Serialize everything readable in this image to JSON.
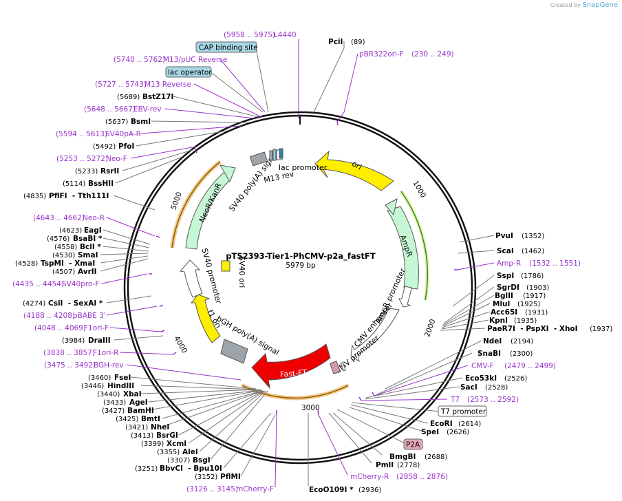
{
  "credit": {
    "prefix": "Created by",
    "brand": "SnapGene"
  },
  "plasmid": {
    "name": "pTS2393-Tier1-PhCMV-p2a_fastFT",
    "length": "5979 bp"
  },
  "ticks": [
    "1000",
    "2000",
    "3000",
    "4000",
    "5000"
  ],
  "enzymes": [
    {
      "name": "PciI",
      "pos": "(89)",
      "side": "right"
    },
    {
      "name": "PvuI",
      "pos": "(1352)",
      "side": "right"
    },
    {
      "name": "ScaI",
      "pos": "(1462)",
      "side": "right"
    },
    {
      "name": "SspI",
      "pos": "(1786)",
      "side": "right"
    },
    {
      "name": "SgrDI",
      "pos": "(1903)",
      "side": "right"
    },
    {
      "name": "BglII",
      "pos": "(1917)",
      "side": "right"
    },
    {
      "name": "MluI",
      "pos": "(1925)",
      "side": "right"
    },
    {
      "name": "Acc65I",
      "pos": "(1931)",
      "side": "right"
    },
    {
      "name": "KpnI",
      "pos": "(1935)",
      "side": "right"
    },
    {
      "name": "PaeR7I  - PspXI  - XhoI",
      "pos": "(1937)",
      "side": "right"
    },
    {
      "name": "NdeI",
      "pos": "(2194)",
      "side": "right"
    },
    {
      "name": "SnaBI",
      "pos": "(2300)",
      "side": "right"
    },
    {
      "name": "Eco53kI",
      "pos": "(2526)",
      "side": "right"
    },
    {
      "name": "SacI",
      "pos": "(2528)",
      "side": "right"
    },
    {
      "name": "EcoRI",
      "pos": "(2614)",
      "side": "right"
    },
    {
      "name": "SpeI",
      "pos": "(2626)",
      "side": "right"
    },
    {
      "name": "BmgBI",
      "pos": "(2688)",
      "side": "right"
    },
    {
      "name": "PmlI",
      "pos": "(2778)",
      "side": "right"
    },
    {
      "name": "EcoO109I *",
      "pos": "(2936)",
      "side": "right"
    },
    {
      "name": "PflMI",
      "pos": "(3152)",
      "side": "left"
    },
    {
      "name": "BbvCI  - Bpu10I",
      "pos": "(3251)",
      "side": "left"
    },
    {
      "name": "BsgI",
      "pos": "(3307)",
      "side": "left"
    },
    {
      "name": "AleI",
      "pos": "(3355)",
      "side": "left"
    },
    {
      "name": "XcmI",
      "pos": "(3399)",
      "side": "left"
    },
    {
      "name": "BsrGI",
      "pos": "(3413)",
      "side": "left"
    },
    {
      "name": "NheI",
      "pos": "(3421)",
      "side": "left"
    },
    {
      "name": "BmtI",
      "pos": "(3425)",
      "side": "left"
    },
    {
      "name": "BamHI",
      "pos": "(3427)",
      "side": "left"
    },
    {
      "name": "AgeI",
      "pos": "(3433)",
      "side": "left"
    },
    {
      "name": "XbaI",
      "pos": "(3440)",
      "side": "left"
    },
    {
      "name": "HindIII",
      "pos": "(3446)",
      "side": "left"
    },
    {
      "name": "FseI",
      "pos": "(3460)",
      "side": "left"
    },
    {
      "name": "DraIII",
      "pos": "(3984)",
      "side": "left"
    },
    {
      "name": "CsiI  - SexAI *",
      "pos": "(4274)",
      "side": "left"
    },
    {
      "name": "AvrII",
      "pos": "(4507)",
      "side": "left"
    },
    {
      "name": "TspMI  - XmaI",
      "pos": "(4528)",
      "side": "left"
    },
    {
      "name": "SmaI",
      "pos": "(4530)",
      "side": "left"
    },
    {
      "name": "BclI *",
      "pos": "(4558)",
      "side": "left"
    },
    {
      "name": "BsaBI *",
      "pos": "(4576)",
      "side": "left"
    },
    {
      "name": "EagI",
      "pos": "(4623)",
      "side": "left"
    },
    {
      "name": "PflFI  - Tth111I",
      "pos": "(4835)",
      "side": "left"
    },
    {
      "name": "BssHII",
      "pos": "(5114)",
      "side": "left"
    },
    {
      "name": "RsrII",
      "pos": "(5233)",
      "side": "left"
    },
    {
      "name": "PfoI",
      "pos": "(5492)",
      "side": "left"
    },
    {
      "name": "BsmI",
      "pos": "(5637)",
      "side": "left"
    },
    {
      "name": "BstZ17I",
      "pos": "(5689)",
      "side": "left"
    }
  ],
  "primers": [
    {
      "name": "L4440",
      "pos": "(5958 .. 5975)",
      "side": "left"
    },
    {
      "name": "pBR322ori-F",
      "pos": "(230 .. 249)",
      "side": "right"
    },
    {
      "name": "M13/pUC Reverse",
      "pos": "(5740 .. 5762)",
      "side": "left"
    },
    {
      "name": "M13 Reverse",
      "pos": "(5727 .. 5743)",
      "side": "left"
    },
    {
      "name": "EBV-rev",
      "pos": "(5648 .. 5667)",
      "side": "left"
    },
    {
      "name": "SV40pA-R",
      "pos": "(5594 .. 5613)",
      "side": "left"
    },
    {
      "name": "Neo-F",
      "pos": "(5253 .. 5272)",
      "side": "left"
    },
    {
      "name": "Neo-R",
      "pos": "(4643 .. 4662)",
      "side": "left"
    },
    {
      "name": "SV40pro-F",
      "pos": "(4435 .. 4454)",
      "side": "left"
    },
    {
      "name": "pBABE 3'",
      "pos": "(4188 .. 4208)",
      "side": "left"
    },
    {
      "name": "F1ori-F",
      "pos": "(4048 .. 4069)",
      "side": "left"
    },
    {
      "name": "F1ori-R",
      "pos": "(3838 .. 3857)",
      "side": "left"
    },
    {
      "name": "BGH-rev",
      "pos": "(3475 .. 3492)",
      "side": "left"
    },
    {
      "name": "mCherry-F",
      "pos": "(3126 .. 3145)",
      "side": "left"
    },
    {
      "name": "mCherry-R",
      "pos": "(2858 .. 2876)",
      "side": "right"
    },
    {
      "name": "T7",
      "pos": "(2573 .. 2592)",
      "side": "right"
    },
    {
      "name": "CMV-F",
      "pos": "(2479 .. 2499)",
      "side": "right"
    },
    {
      "name": "Amp-R",
      "pos": "(1532 .. 1551)",
      "side": "right"
    }
  ],
  "boxes": [
    "CAP binding site",
    "lac operator",
    "T7 promoter",
    "P2A"
  ],
  "features": {
    "ori": "ori",
    "ampr": "AmpR",
    "ampr_promoter": "AmpR promoter",
    "cmv_enhancer": "CMV enhancer",
    "cmv_promoter": "CMV promoter",
    "fastft": "Fast-FT",
    "bgh": "bGH poly(A) signal",
    "f1ori": "f1 ori",
    "sv40_promoter": "SV40 promoter",
    "sv40_ori": "SV40 ori",
    "neor": "NeoR/KanR",
    "sv40_polya": "SV40 poly(A) signal",
    "m13rev": "M13 rev",
    "lac_promoter": "lac promoter"
  }
}
